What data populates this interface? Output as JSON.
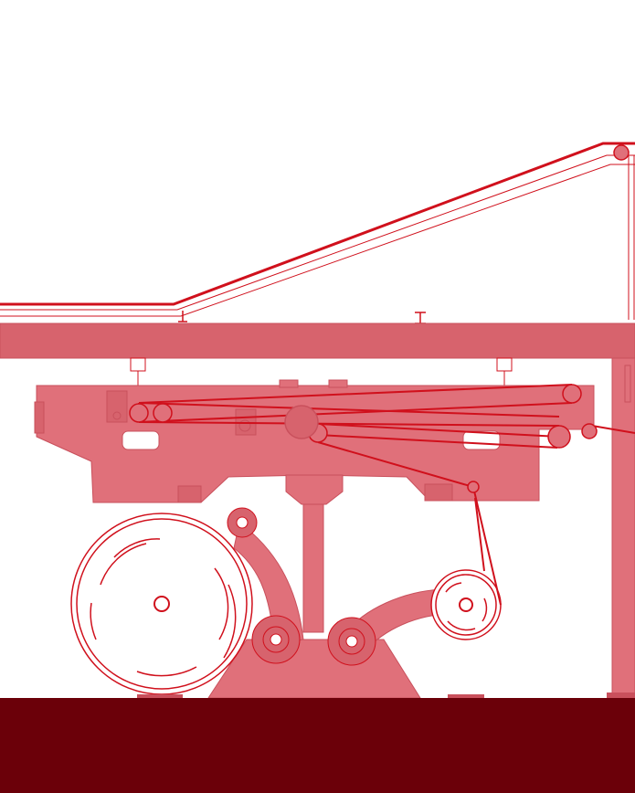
{
  "palette": {
    "line": "#d0101c",
    "fill": "#e0707a",
    "fill_dark": "#c9505c",
    "floor": "#6b0009",
    "background": "#ffffff"
  },
  "parts": [
    "elevated-web-rail",
    "overhead-beam",
    "machine-frame",
    "pedestal-column",
    "unwind-roll-large",
    "rewind-roll-small",
    "web-path",
    "floor-slab"
  ]
}
